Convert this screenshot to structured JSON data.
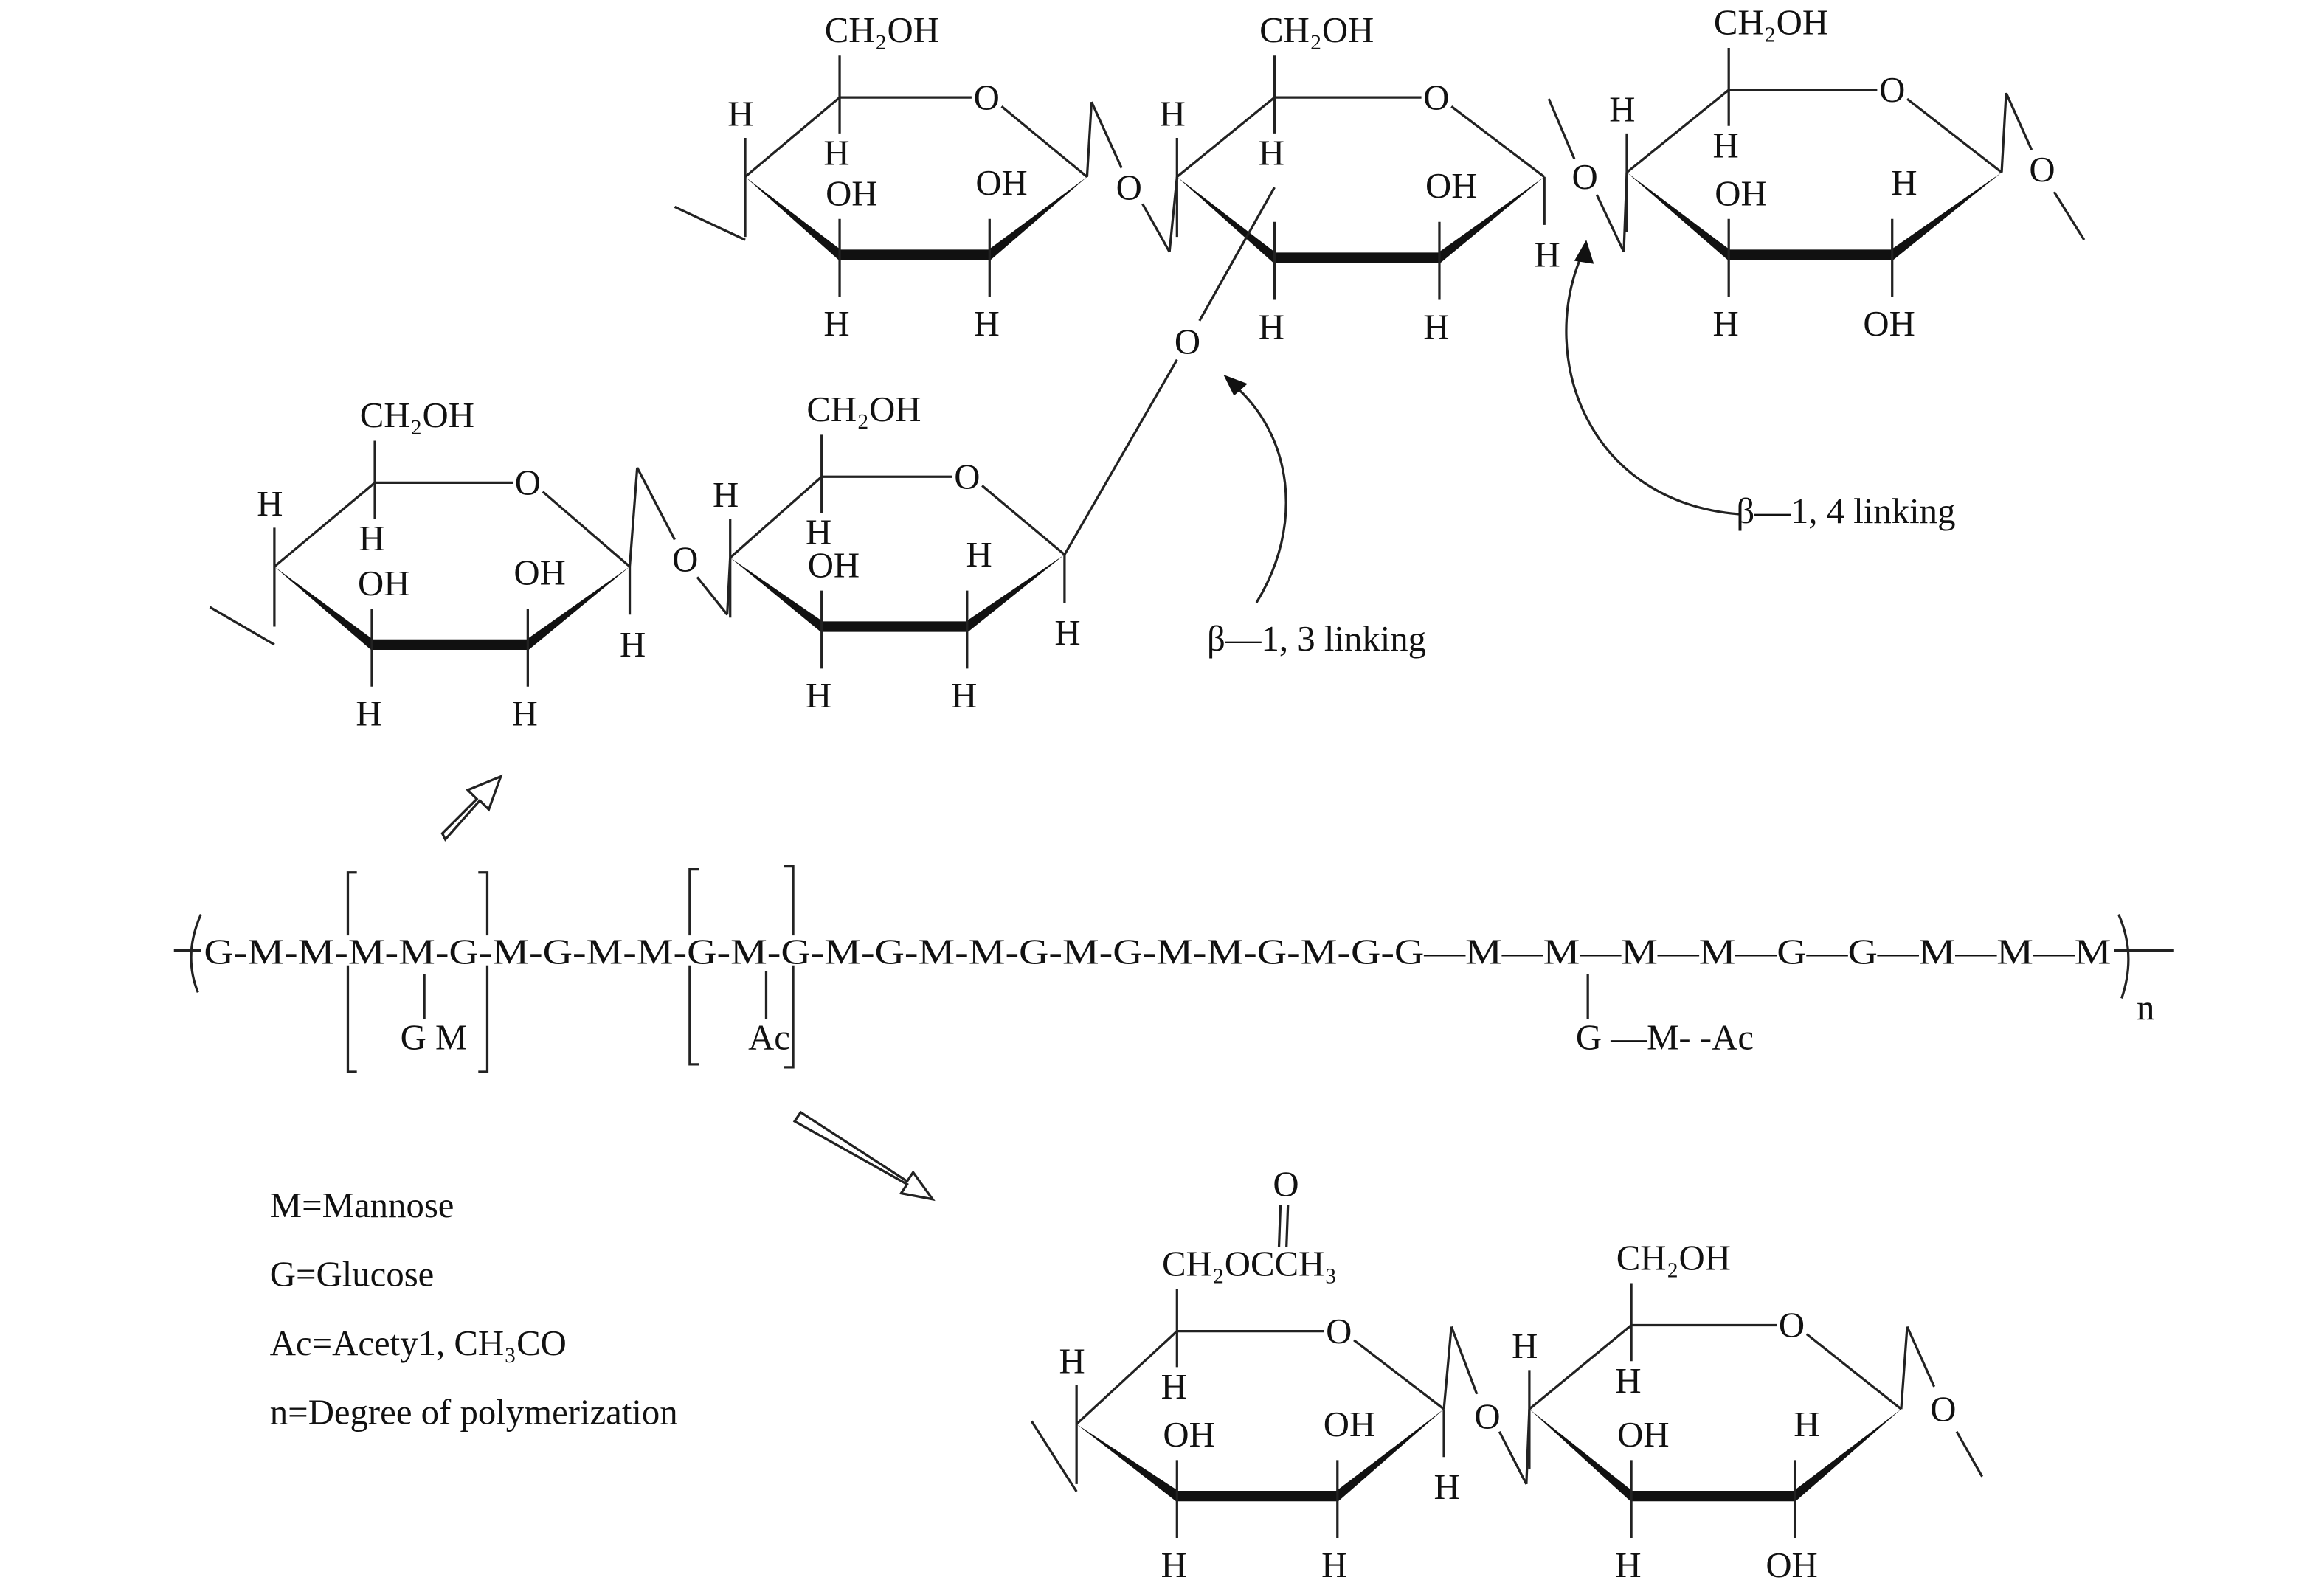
{
  "rings": [
    {
      "id": "top-1",
      "labels": {
        "top": "CH₂OH",
        "left": "H",
        "c5": "H",
        "inner_left": "OH",
        "inner_right": "OH",
        "bottom_left": "H",
        "bottom_right": "H",
        "ring_o": "O"
      }
    },
    {
      "id": "top-2",
      "labels": {
        "top": "CH₂OH",
        "left": "H",
        "c5": "H",
        "inner_right": "OH",
        "bottom_left": "H",
        "bottom_right": "H",
        "anomeric": "H",
        "ring_o": "O"
      }
    },
    {
      "id": "top-3",
      "labels": {
        "top": "CH₂OH",
        "left": "H",
        "c5": "H",
        "inner_left": "OH",
        "inner_right": "H",
        "bottom_left": "H",
        "bottom_right": "OH",
        "ring_o": "O"
      }
    },
    {
      "id": "mid-1",
      "labels": {
        "top": "CH₂OH",
        "left": "H",
        "c5": "H",
        "inner_left": "OH",
        "inner_right": "OH",
        "bottom_left": "H",
        "bottom_right": "H",
        "anomeric": "H",
        "ring_o": "O"
      }
    },
    {
      "id": "mid-2",
      "labels": {
        "top": "CH₂OH",
        "left": "H",
        "c5": "H",
        "inner_left": "OH",
        "inner_right": "H",
        "bottom_left": "H",
        "bottom_right": "H",
        "anomeric": "H",
        "ring_o": "O"
      }
    },
    {
      "id": "bot-1",
      "labels": {
        "top": "CH₂OCCH₃",
        "left": "H",
        "c5": "H",
        "inner_left": "OH",
        "inner_right": "OH",
        "bottom_left": "H",
        "bottom_right": "H",
        "anomeric": "H",
        "ring_o": "O"
      }
    },
    {
      "id": "bot-2",
      "labels": {
        "top": "CH₂OH",
        "left": "H",
        "c5": "H",
        "inner_left": "OH",
        "inner_right": "H",
        "bottom_left": "H",
        "bottom_right": "OH",
        "ring_o": "O"
      }
    }
  ],
  "linkage_oxygen": [
    "O",
    "O",
    "O",
    "O",
    "O",
    "O",
    "O"
  ],
  "carbonyl_o": "O",
  "annotations": {
    "beta13": "β—1, 3 linking",
    "beta14": "β—1, 4 linking"
  },
  "chain": {
    "sequence": "G-M-M-M-M-G-M-G-M-M-G-M-G-M-G-M-M-G-M-G-M-M-G-M-G-G—M—M—M—M—G—G—M—M—M",
    "branch1": "G M",
    "branch2": "Ac",
    "branch3": "G —M- -Ac",
    "subscript": "n"
  },
  "legend": [
    "M=Mannose",
    "G=Glucose",
    "Ac=Acety1, CH₃CO",
    "n=Degree of polymerization"
  ]
}
